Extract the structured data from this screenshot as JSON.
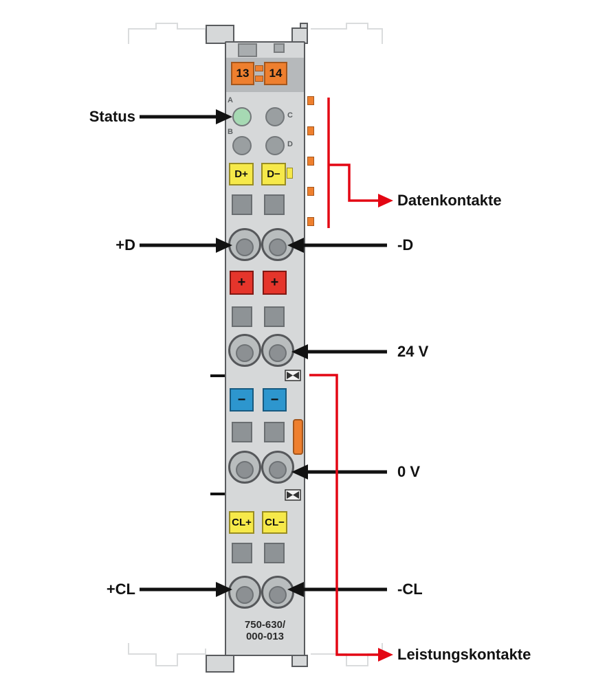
{
  "callouts": {
    "status": "Status",
    "plus_d": "+D",
    "minus_d": "-D",
    "v24": "24 V",
    "v0": "0 V",
    "plus_cl": "+CL",
    "minus_cl": "-CL",
    "data_contacts": "Datenkontakte",
    "power_contacts": "Leistungskontakte"
  },
  "module": {
    "top_terminals": [
      "13",
      "14"
    ],
    "led_letters": [
      "A",
      "B",
      "C",
      "D"
    ],
    "data_labels": [
      "D+",
      "D−"
    ],
    "plus_labels": [
      "+",
      "+"
    ],
    "minus_labels": [
      "−",
      "−"
    ],
    "cl_labels": [
      "CL+",
      "CL−"
    ],
    "part_number": [
      "750-630/",
      "000-013"
    ]
  },
  "colors": {
    "orange": "#ee7f2e",
    "led_green": "#a6d9b3",
    "yellow": "#f6e94a",
    "red": "#e5352b",
    "blue": "#2d96ce",
    "gray_square": "#8e9396",
    "callout_red": "#e30613"
  }
}
